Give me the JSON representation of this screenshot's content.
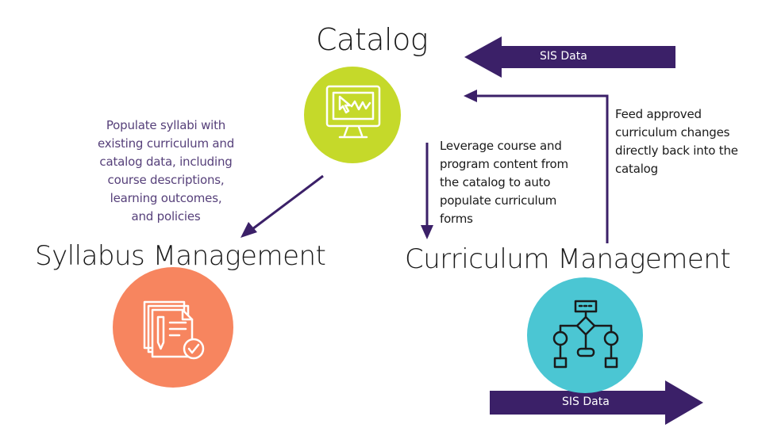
{
  "nodes": {
    "catalog": {
      "title": "Catalog",
      "icon": "monitor-chart-icon",
      "color": "#c5d92a"
    },
    "syllabus": {
      "title": "Syllabus Management",
      "icon": "documents-check-icon",
      "color": "#f7855f"
    },
    "curriculum": {
      "title": "Curriculum Management",
      "icon": "flowchart-icon",
      "color": "#4bc6d3"
    }
  },
  "arrows": {
    "sis_top_label": "SIS Data",
    "sis_bottom_label": "SIS Data",
    "color": "#3b2068"
  },
  "notes": {
    "syllabus": "Populate syllabi with\nexisting curriculum and\ncatalog data, including\ncourse descriptions,\nlearning outcomes,\nand policies",
    "leverage": "Leverage course and\nprogram content from\nthe catalog to auto\npopulate curriculum\nforms",
    "feed": "Feed approved\ncurriculum changes\ndirectly back into the\ncatalog"
  }
}
